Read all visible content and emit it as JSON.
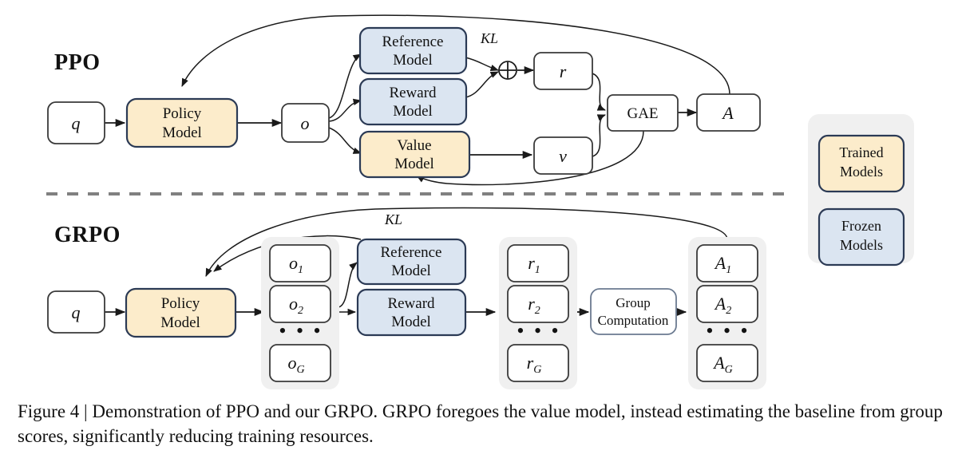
{
  "figure": {
    "caption": "Figure 4 | Demonstration of PPO and our GRPO. GRPO foregoes the value model, instead estimating the baseline from group scores, significantly reducing training resources."
  },
  "colors": {
    "trained_fill": "#fceccb",
    "frozen_fill": "#dbe5f1",
    "node_stroke": "#2b3a55",
    "plain_fill": "#ffffff",
    "plain_stroke": "#3a3a3a",
    "group_fill": "#f0f0f0",
    "divider": "#808080",
    "edge": "#1a1a1a"
  },
  "ppo": {
    "heading": "PPO",
    "nodes": {
      "query": "q",
      "policy_model_line1": "Policy",
      "policy_model_line2": "Model",
      "output": "o",
      "reference_model_line1": "Reference",
      "reference_model_line2": "Model",
      "reward_model_line1": "Reward",
      "reward_model_line2": "Model",
      "value_model_line1": "Value",
      "value_model_line2": "Model",
      "reward_signal": "r",
      "value_signal": "v",
      "gae": "GAE",
      "advantage": "A"
    },
    "labels": {
      "kl": "KL",
      "plus": "⊕"
    }
  },
  "grpo": {
    "heading": "GRPO",
    "nodes": {
      "query": "q",
      "policy_model_line1": "Policy",
      "policy_model_line2": "Model",
      "reference_model_line1": "Reference",
      "reference_model_line2": "Model",
      "reward_model_line1": "Reward",
      "reward_model_line2": "Model",
      "group_computation_line1": "Group",
      "group_computation_line2": "Computation"
    },
    "labels": {
      "kl": "KL",
      "ellipsis": "• • •"
    },
    "outputs": [
      {
        "base": "o",
        "sub": "1"
      },
      {
        "base": "o",
        "sub": "2"
      },
      {
        "base": "o",
        "sub": "G"
      }
    ],
    "rewards": [
      {
        "base": "r",
        "sub": "1"
      },
      {
        "base": "r",
        "sub": "2"
      },
      {
        "base": "r",
        "sub": "G"
      }
    ],
    "advantages": [
      {
        "base": "A",
        "sub": "1"
      },
      {
        "base": "A",
        "sub": "2"
      },
      {
        "base": "A",
        "sub": "G"
      }
    ]
  },
  "legend": {
    "items": [
      {
        "line1": "Trained",
        "line2": "Models",
        "fill": "#fceccb"
      },
      {
        "line1": "Frozen",
        "line2": "Models",
        "fill": "#dbe5f1"
      }
    ]
  }
}
